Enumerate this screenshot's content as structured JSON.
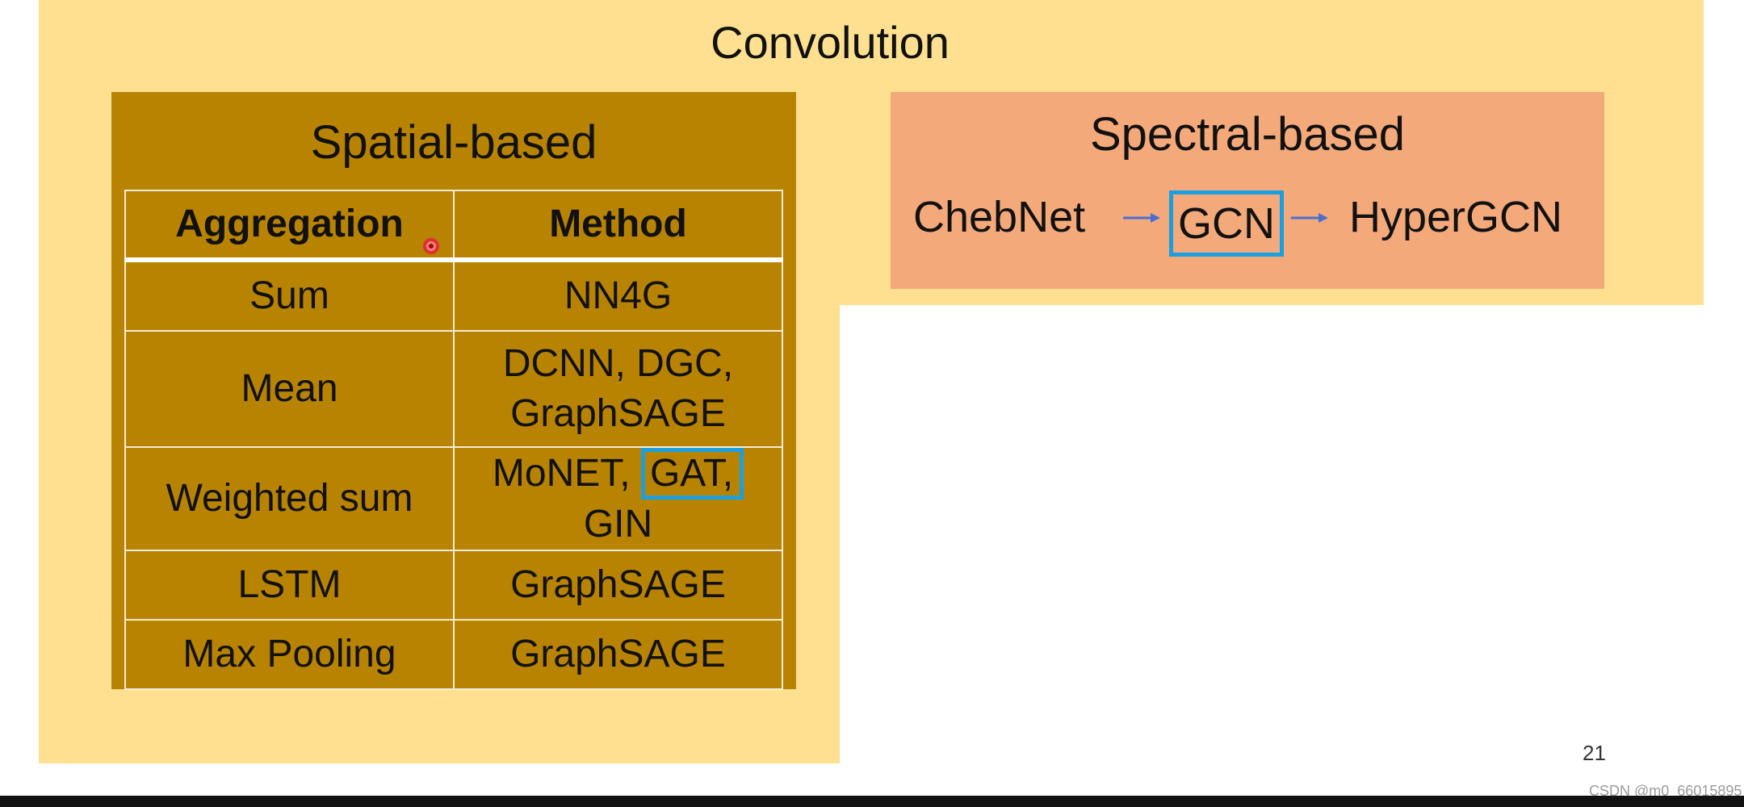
{
  "title": "Convolution",
  "spatial": {
    "title": "Spatial-based",
    "headers": [
      "Aggregation",
      "Method"
    ],
    "rows": [
      {
        "aggregation": "Sum",
        "method": "NN4G"
      },
      {
        "aggregation": "Mean",
        "method_line1": "DCNN, DGC,",
        "method_line2": "GraphSAGE"
      },
      {
        "aggregation": "Weighted sum",
        "method_pre": "MoNET,",
        "method_highlight": "GAT,",
        "method_post": "GIN"
      },
      {
        "aggregation": "LSTM",
        "method": "GraphSAGE"
      },
      {
        "aggregation": "Max Pooling",
        "method": "GraphSAGE"
      }
    ]
  },
  "spectral": {
    "title": "Spectral-based",
    "chain": [
      "ChebNet",
      "GCN",
      "HyperGCN"
    ]
  },
  "colors": {
    "background": "#ffe090",
    "spatial_box": "#b78300",
    "spectral_box": "#f4a97a",
    "highlight_border": "#1aa0e0",
    "arrow": "#4a6fd0"
  },
  "page_number": "21",
  "watermark": "CSDN @m0_66015895"
}
